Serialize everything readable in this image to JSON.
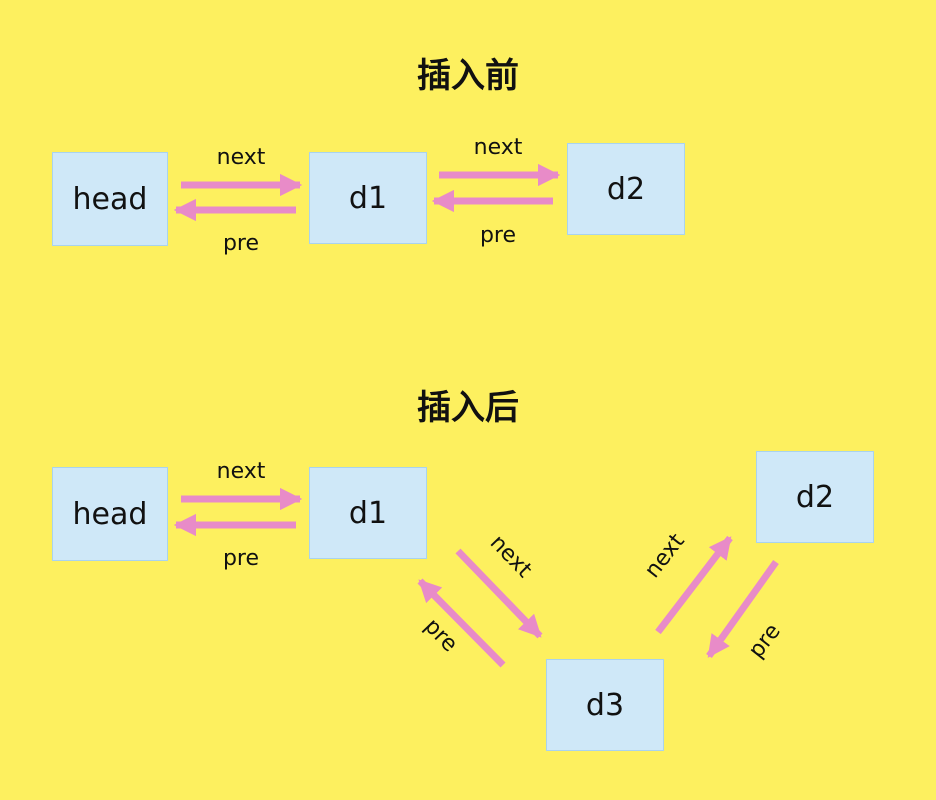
{
  "colors": {
    "background": "#fdf05f",
    "node_fill": "#cfe8f8",
    "arrow": "#e88bc8"
  },
  "before": {
    "title": "插入前",
    "nodes": {
      "head": "head",
      "d1": "d1",
      "d2": "d2"
    },
    "edges": [
      {
        "from": "head",
        "to": "d1",
        "label": "next"
      },
      {
        "from": "d1",
        "to": "head",
        "label": "pre"
      },
      {
        "from": "d1",
        "to": "d2",
        "label": "next"
      },
      {
        "from": "d2",
        "to": "d1",
        "label": "pre"
      }
    ]
  },
  "after": {
    "title": "插入后",
    "nodes": {
      "head": "head",
      "d1": "d1",
      "d2": "d2",
      "d3": "d3"
    },
    "edges": [
      {
        "from": "head",
        "to": "d1",
        "label": "next"
      },
      {
        "from": "d1",
        "to": "head",
        "label": "pre"
      },
      {
        "from": "d1",
        "to": "d3",
        "label": "next"
      },
      {
        "from": "d3",
        "to": "d1",
        "label": "pre"
      },
      {
        "from": "d3",
        "to": "d2",
        "label": "next"
      },
      {
        "from": "d2",
        "to": "d3",
        "label": "pre"
      }
    ]
  }
}
